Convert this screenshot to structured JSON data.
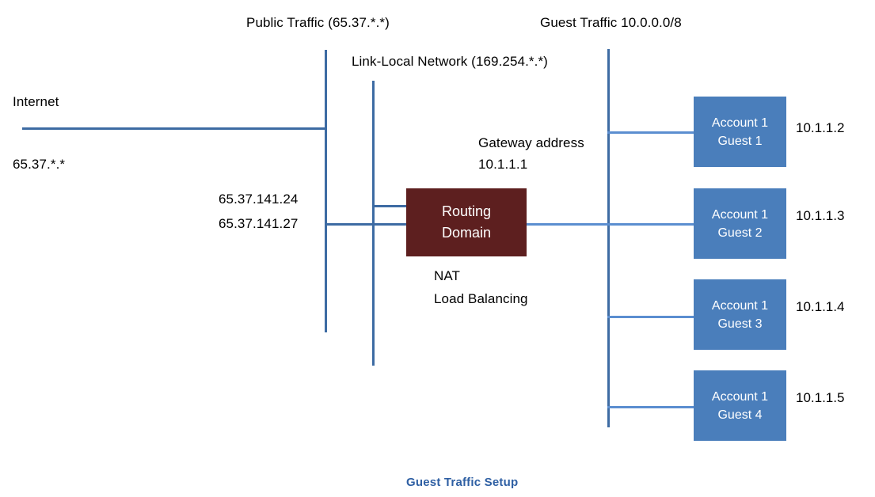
{
  "diagram": {
    "caption": "Guest Traffic Setup",
    "colors": {
      "line_dark": "#3d6ba3",
      "line_light": "#5b8ed0",
      "guest_box_fill": "#4a7ebb",
      "router_box_fill": "#5d1f1f",
      "caption_color": "#2e5fa3",
      "text_color": "#000000",
      "background": "#ffffff"
    },
    "labels": {
      "public_traffic": "Public Traffic (65.37.*.*)",
      "link_local": "Link-Local Network (169.254.*.*)",
      "guest_traffic": "Guest Traffic 10.0.0.0/8",
      "internet": "Internet",
      "internet_subnet": "65.37.*.*",
      "public_ip_1": "65.37.141.24",
      "public_ip_2": "65.37.141.27",
      "gateway_line1": "Gateway address",
      "gateway_line2": "10.1.1.1",
      "router_feature_1": "NAT",
      "router_feature_2": "Load Balancing"
    },
    "router_box": {
      "line1": "Routing",
      "line2": "Domain"
    },
    "guests": [
      {
        "line1": "Account 1",
        "line2": "Guest 1",
        "ip": "10.1.1.2"
      },
      {
        "line1": "Account 1",
        "line2": "Guest 2",
        "ip": "10.1.1.3"
      },
      {
        "line1": "Account 1",
        "line2": "Guest 3",
        "ip": "10.1.1.4"
      },
      {
        "line1": "Account 1",
        "line2": "Guest 4",
        "ip": "10.1.1.5"
      }
    ]
  }
}
